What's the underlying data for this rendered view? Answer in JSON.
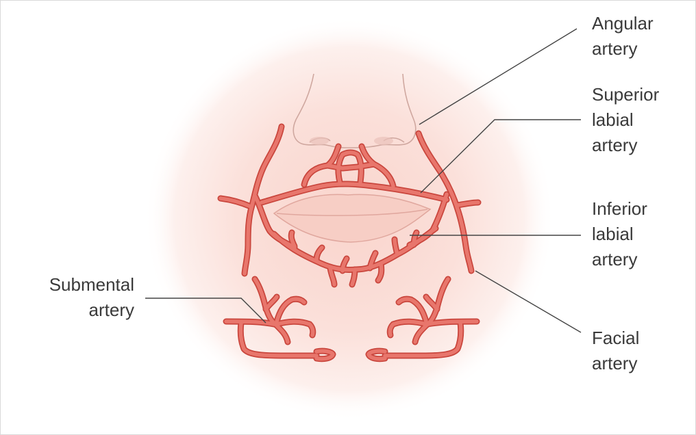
{
  "labels": {
    "angular": [
      "Angular",
      "artery"
    ],
    "superior_labial": [
      "Superior",
      "labial",
      "artery"
    ],
    "inferior_labial": [
      "Inferior",
      "labial",
      "artery"
    ],
    "facial": [
      "Facial",
      "artery"
    ],
    "submental": [
      "Submental",
      "artery"
    ]
  },
  "colors": {
    "artery": "#e0675d",
    "artery_edge": "#c9463d",
    "glow": "#f6c8bf",
    "skin_line": "#cfa79f",
    "lip": "#f8cfc6",
    "leader": "#444444",
    "text": "#3a3a3a"
  }
}
